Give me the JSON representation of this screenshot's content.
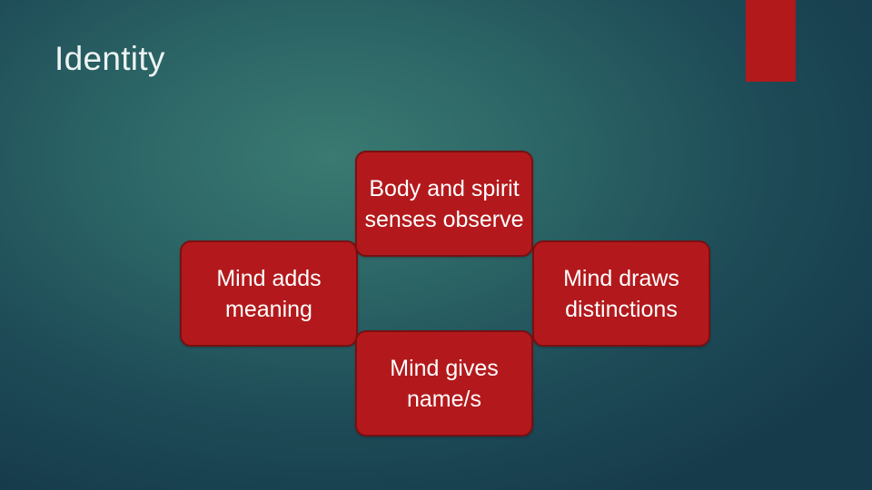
{
  "slide": {
    "title": "Identity",
    "accent_color": "#b2191b"
  },
  "diagram": {
    "type": "cycle",
    "node_color": "#b3191c",
    "nodes": [
      {
        "position": "top",
        "label": "Body and spirit senses observe"
      },
      {
        "position": "right",
        "label": "Mind draws distinctions"
      },
      {
        "position": "bottom",
        "label": "Mind gives name/s"
      },
      {
        "position": "left",
        "label": "Mind adds meaning"
      }
    ]
  }
}
